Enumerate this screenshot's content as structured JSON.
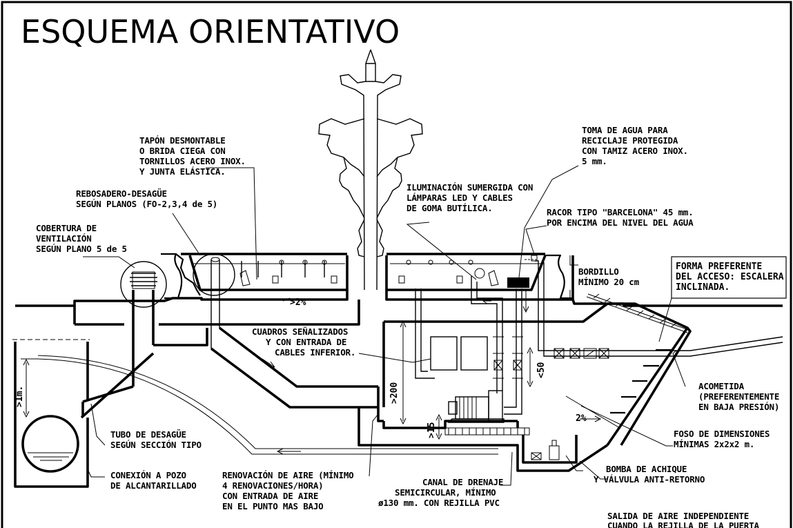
{
  "title": "ESQUEMA  ORIENTATIVO",
  "labels": {
    "tapon": [
      "TAPÓN DESMONTABLE",
      "O BRIDA CIEGA CON",
      "TORNILLOS ACERO INOX.",
      "Y JUNTA ELÁSTICA."
    ],
    "toma": [
      "TOMA DE AGUA PARA",
      "RECICLAJE PROTEGIDA",
      "CON TAMIZ ACERO INOX.",
      "5 mm."
    ],
    "rebosadero": [
      "REBOSADERO-DESAGÜE",
      "SEGÚN PLANOS (FO-2,3,4 de 5)"
    ],
    "iluminacion": [
      "ILUMINACIÓN SUMERGIDA CON",
      "LÁMPARAS LED Y CABLES",
      "DE GOMA BUTÍLICA."
    ],
    "racor": [
      "RACOR TIPO \"BARCELONA\" 45 mm.",
      "POR ENCIMA DEL NIVEL DEL AGUA"
    ],
    "cobertura": [
      "COBERTURA DE",
      "VENTILACIÓN",
      "SEGÚN PLANO 5 de 5"
    ],
    "bordillo": [
      "BORDILLO",
      "MÍNIMO 20 cm"
    ],
    "forma": [
      "FORMA PREFERENTE",
      "DEL ACCESO: ESCALERA",
      "INCLINADA."
    ],
    "cuadros": [
      "CUADROS SEÑALIZADOS",
      "Y CON ENTRADA DE",
      "CABLES INFERIOR."
    ],
    "acometida": [
      "ACOMETIDA",
      "(PREFERENTEMENTE",
      "EN BAJA PRESIÓN)"
    ],
    "foso": [
      "FOSO DE DIMENSIONES",
      "MÍNIMAS 2x2x2 m."
    ],
    "tubo": [
      "TUBO DE DESAGÜE",
      "SEGÚN SECCIÓN TIPO"
    ],
    "conexion": [
      "CONEXIÓN A POZO",
      "DE ALCANTARILLADO"
    ],
    "renovacion": [
      "RENOVACIÓN DE AIRE (MÍNIMO",
      "4 RENOVACIONES/HORA)",
      "CON ENTRADA DE AIRE",
      "EN EL PUNTO MAS BAJO"
    ],
    "canal": [
      "CANAL DE DRENAJE",
      "SEMICIRCULAR, MÍNIMO",
      "ø130 mm. CON REJILLA PVC"
    ],
    "bomba": [
      "BOMBA DE ACHIQUE",
      "Y VÁLVULA ANTI-RETORNO"
    ],
    "salida": [
      "SALIDA DE AIRE INDEPENDIENTE",
      "CUANDO LA REJILLA DE LA PUERTA"
    ]
  },
  "dimensions": {
    "slope_top": ">2%",
    "h200": ">200",
    "h50": "<50",
    "h15": ">15",
    "slope_floor": "2%",
    "depth_1m": ">1m."
  }
}
